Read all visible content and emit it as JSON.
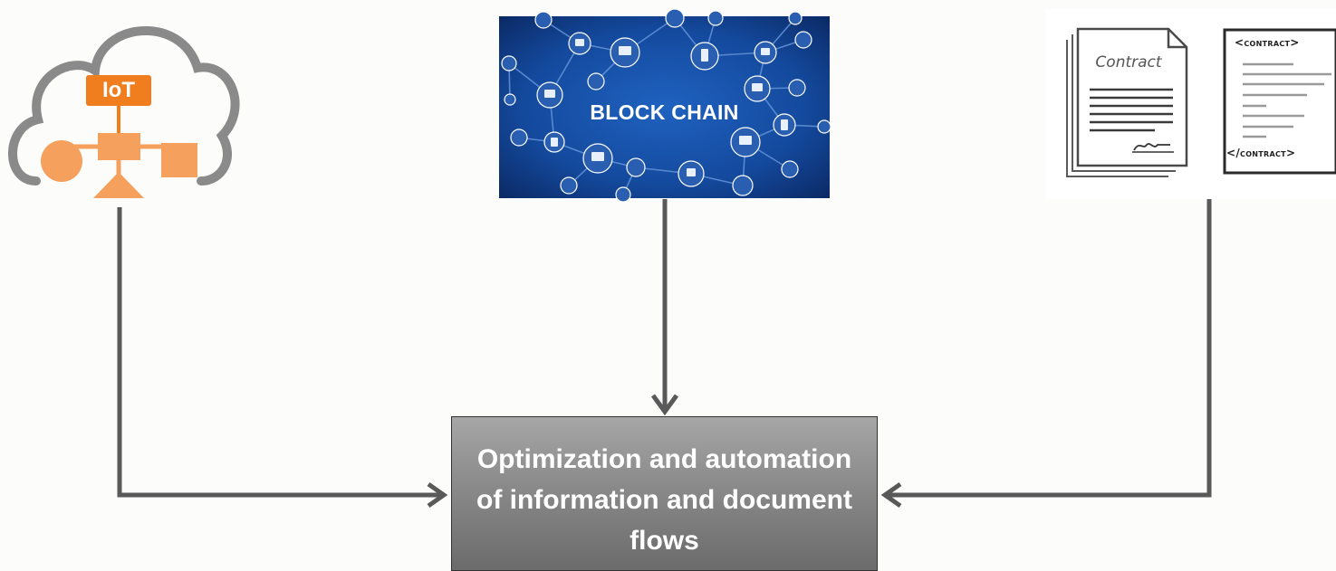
{
  "iot": {
    "label": "IoT"
  },
  "blockchain": {
    "label": "BLOCK CHAIN"
  },
  "contract": {
    "document_word": "Contract",
    "tag_open": "<contract>",
    "tag_close": "</contract>"
  },
  "result": {
    "text": "Optimization and automation of information and document flows"
  },
  "colors": {
    "arrow": "#595959",
    "iot_orange": "#f07d1e",
    "iot_shape": "#f5a05c",
    "cloud_outline": "#8a8a8a",
    "blockchain_bg": "#16438f",
    "box_fill": "#8a8a8a"
  }
}
